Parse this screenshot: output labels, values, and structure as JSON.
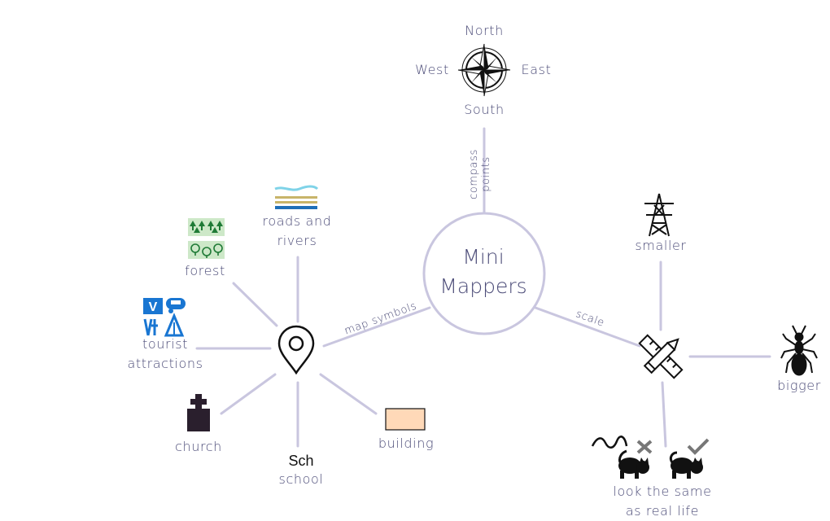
{
  "center": {
    "line1": "Mini",
    "line2": "Mappers"
  },
  "compass": {
    "north": "North",
    "south": "South",
    "east": "East",
    "west": "West",
    "icon": "compass-rose-icon"
  },
  "branches": {
    "compass_points": {
      "line1": "compass",
      "line2": "points"
    },
    "map_symbols": "map symbols",
    "scale": "scale"
  },
  "symbols": {
    "roads_rivers": {
      "line1": "roads and",
      "line2": "rivers",
      "icon": "roads-rivers-icon"
    },
    "forest": {
      "label": "forest",
      "icon": "forest-icon"
    },
    "tourist": {
      "line1": "tourist",
      "line2": "attractions",
      "icon": "tourist-icon"
    },
    "church": {
      "label": "church",
      "icon": "church-icon"
    },
    "school": {
      "abbrev": "Sch",
      "label": "school"
    },
    "building": {
      "label": "building",
      "icon": "building-icon"
    }
  },
  "scale": {
    "smaller": {
      "label": "smaller",
      "icon": "pylon-icon"
    },
    "bigger": {
      "label": "bigger",
      "icon": "ant-icon"
    },
    "same": {
      "line1": "look the same",
      "line2": "as real life",
      "icon": "cat-icons"
    }
  },
  "colors": {
    "line": "#c9c6df",
    "text": "#4c4c78",
    "circle": "#c9c6df",
    "forest_bg": "#cde8c8",
    "forest_tree": "#1f7a36",
    "tourist": "#1976d2",
    "building": "#ffd9b8",
    "river": "#7fd3e8",
    "road": "#c8b46a",
    "water": "#1e6fb8"
  }
}
